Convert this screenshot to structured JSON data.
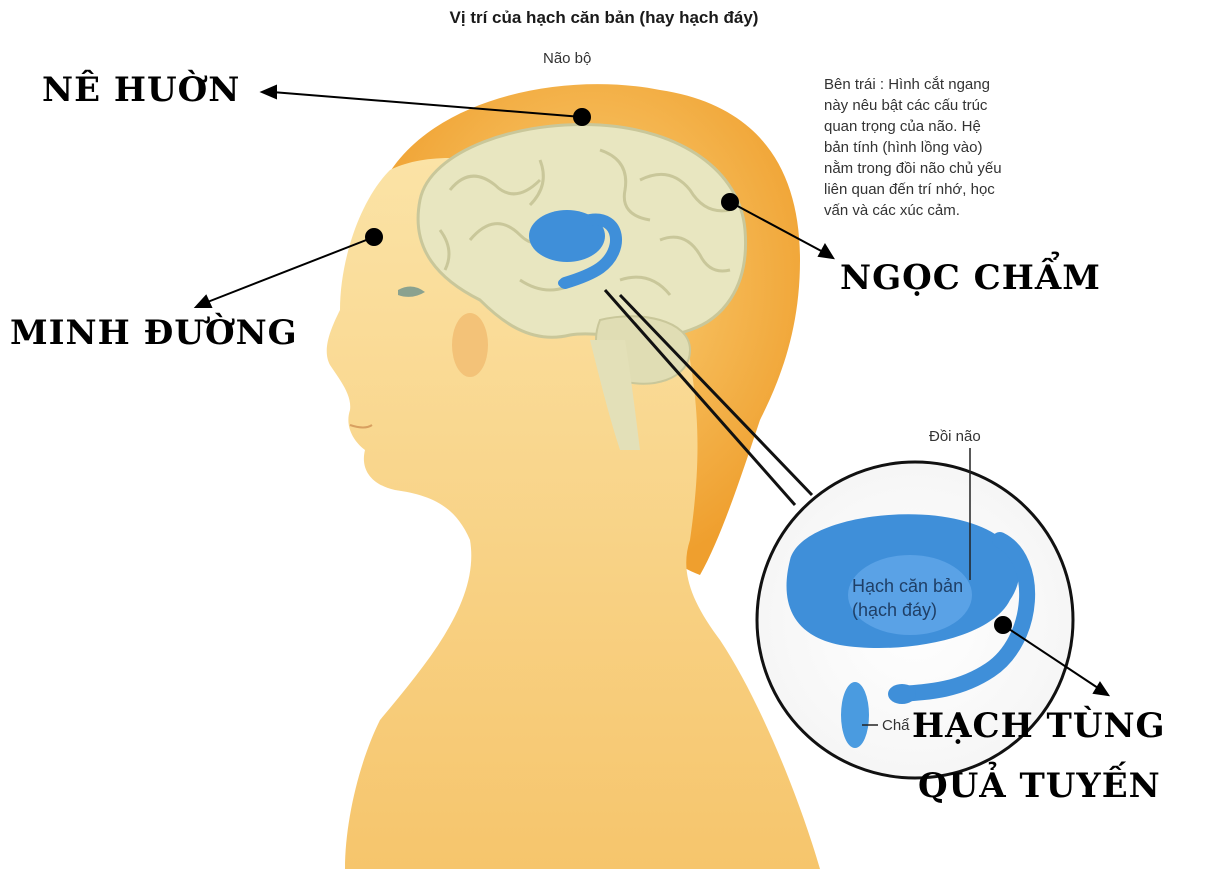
{
  "title": "Vị trí của hạch căn bản (hay hạch đáy)",
  "labels": {
    "brain": "Não bộ",
    "thalamus": "Đồi não",
    "basal_ganglia_1": "Hạch căn bản",
    "basal_ganglia_2": "(hạch đáy)",
    "partial": "Chẩ"
  },
  "description_lines": [
    "Bên trái : Hình cắt ngang",
    "này nêu bật các cấu trúc",
    "quan trọng của não. Hệ",
    "bản tính (hình lồng vào)",
    "nằm trong đồi não chủ yếu",
    "liên quan đến trí nhớ, học",
    "vấn và các xúc cảm."
  ],
  "callouts": {
    "ne_huon": "NÊ HUỜN",
    "minh_duong": "MINH ĐƯỜNG",
    "ngoc_cham": "NGỌC CHẨM",
    "hach_tung_1": "HẠCH TÙNG",
    "hach_tung_2": "QUẢ TUYẾN"
  },
  "colors": {
    "skin_light": "#fbe3a6",
    "skin_mid": "#f7c46a",
    "hair": "#f2a93b",
    "brain": "#e8e6c0",
    "brain_fold": "#c9c79a",
    "limbic": "#3f8fd9",
    "limbic_light": "#6bb0ee"
  }
}
